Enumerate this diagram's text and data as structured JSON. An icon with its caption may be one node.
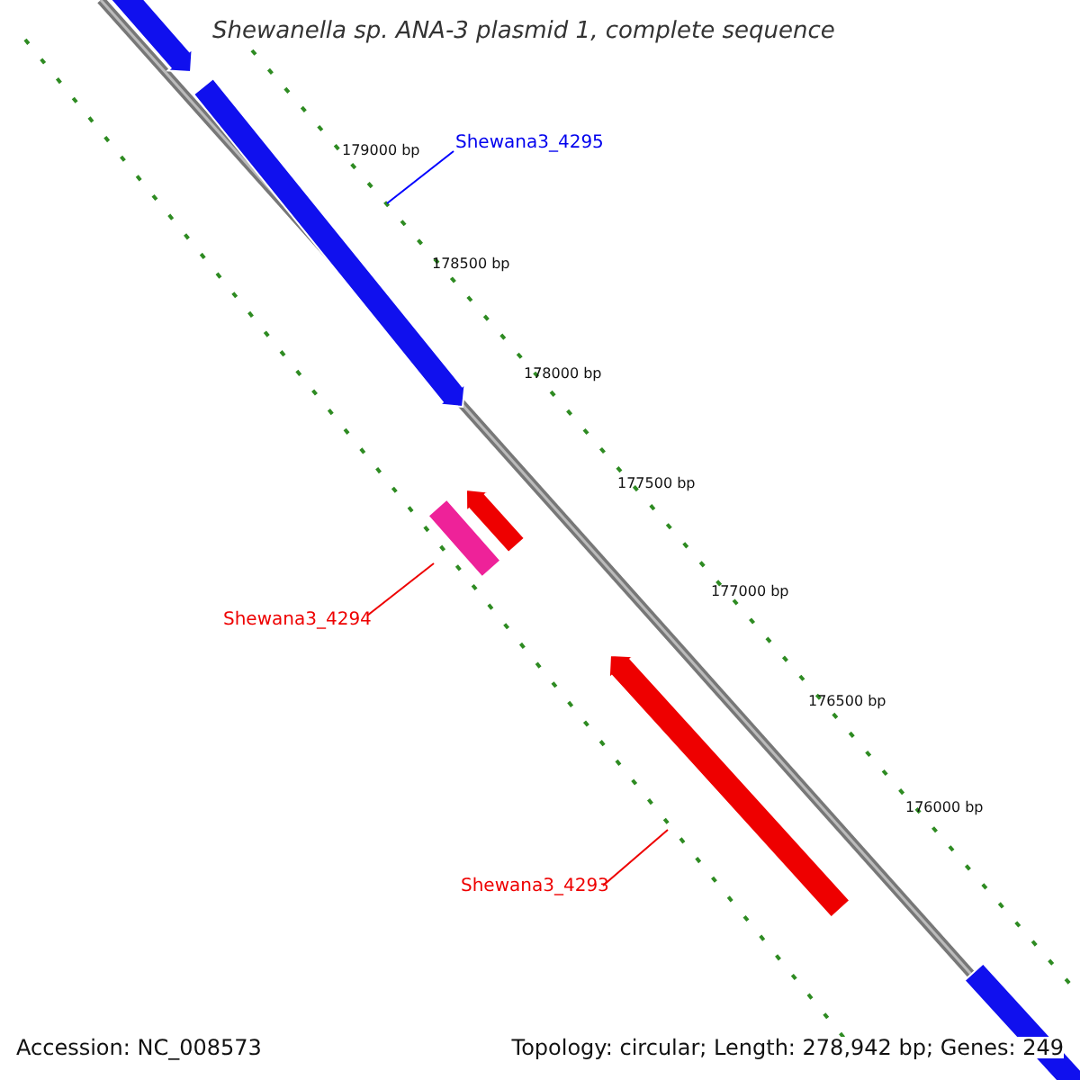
{
  "diagram": {
    "title": "Shewanella sp. ANA-3 plasmid 1, complete sequence",
    "nodes": [
      {
        "text": [],
        "shape": "arrow"
      },
      {
        "text": [
          "Shewana3_4295"
        ]
      },
      {
        "text": [],
        "shape": "arrow"
      },
      {
        "text": [],
        "shape": "arrow"
      },
      {
        "text": [],
        "shape": "box"
      },
      {
        "text": [
          "Shewana3_4294"
        ]
      },
      {
        "text": [],
        "shape": "arrow"
      },
      {
        "text": [
          "Shewana3_4293"
        ]
      },
      {
        "text": [],
        "shape": "arrow"
      }
    ],
    "edges": [
      {
        "from": 1,
        "to": 2,
        "arrow": "none",
        "color": "#0000ff"
      },
      {
        "from": 5,
        "to": 4,
        "arrow": "none"
      },
      {
        "from": 7,
        "to": 6,
        "arrow": "none"
      }
    ],
    "labels": [
      "179000 bp",
      "178500 bp",
      "178000 bp",
      "177500 bp",
      "177000 bp",
      "176500 bp",
      "176000 bp",
      "Accession: NC_008573",
      "Topology: circular; Length: 278,942 bp; Genes: 249"
    ]
  }
}
